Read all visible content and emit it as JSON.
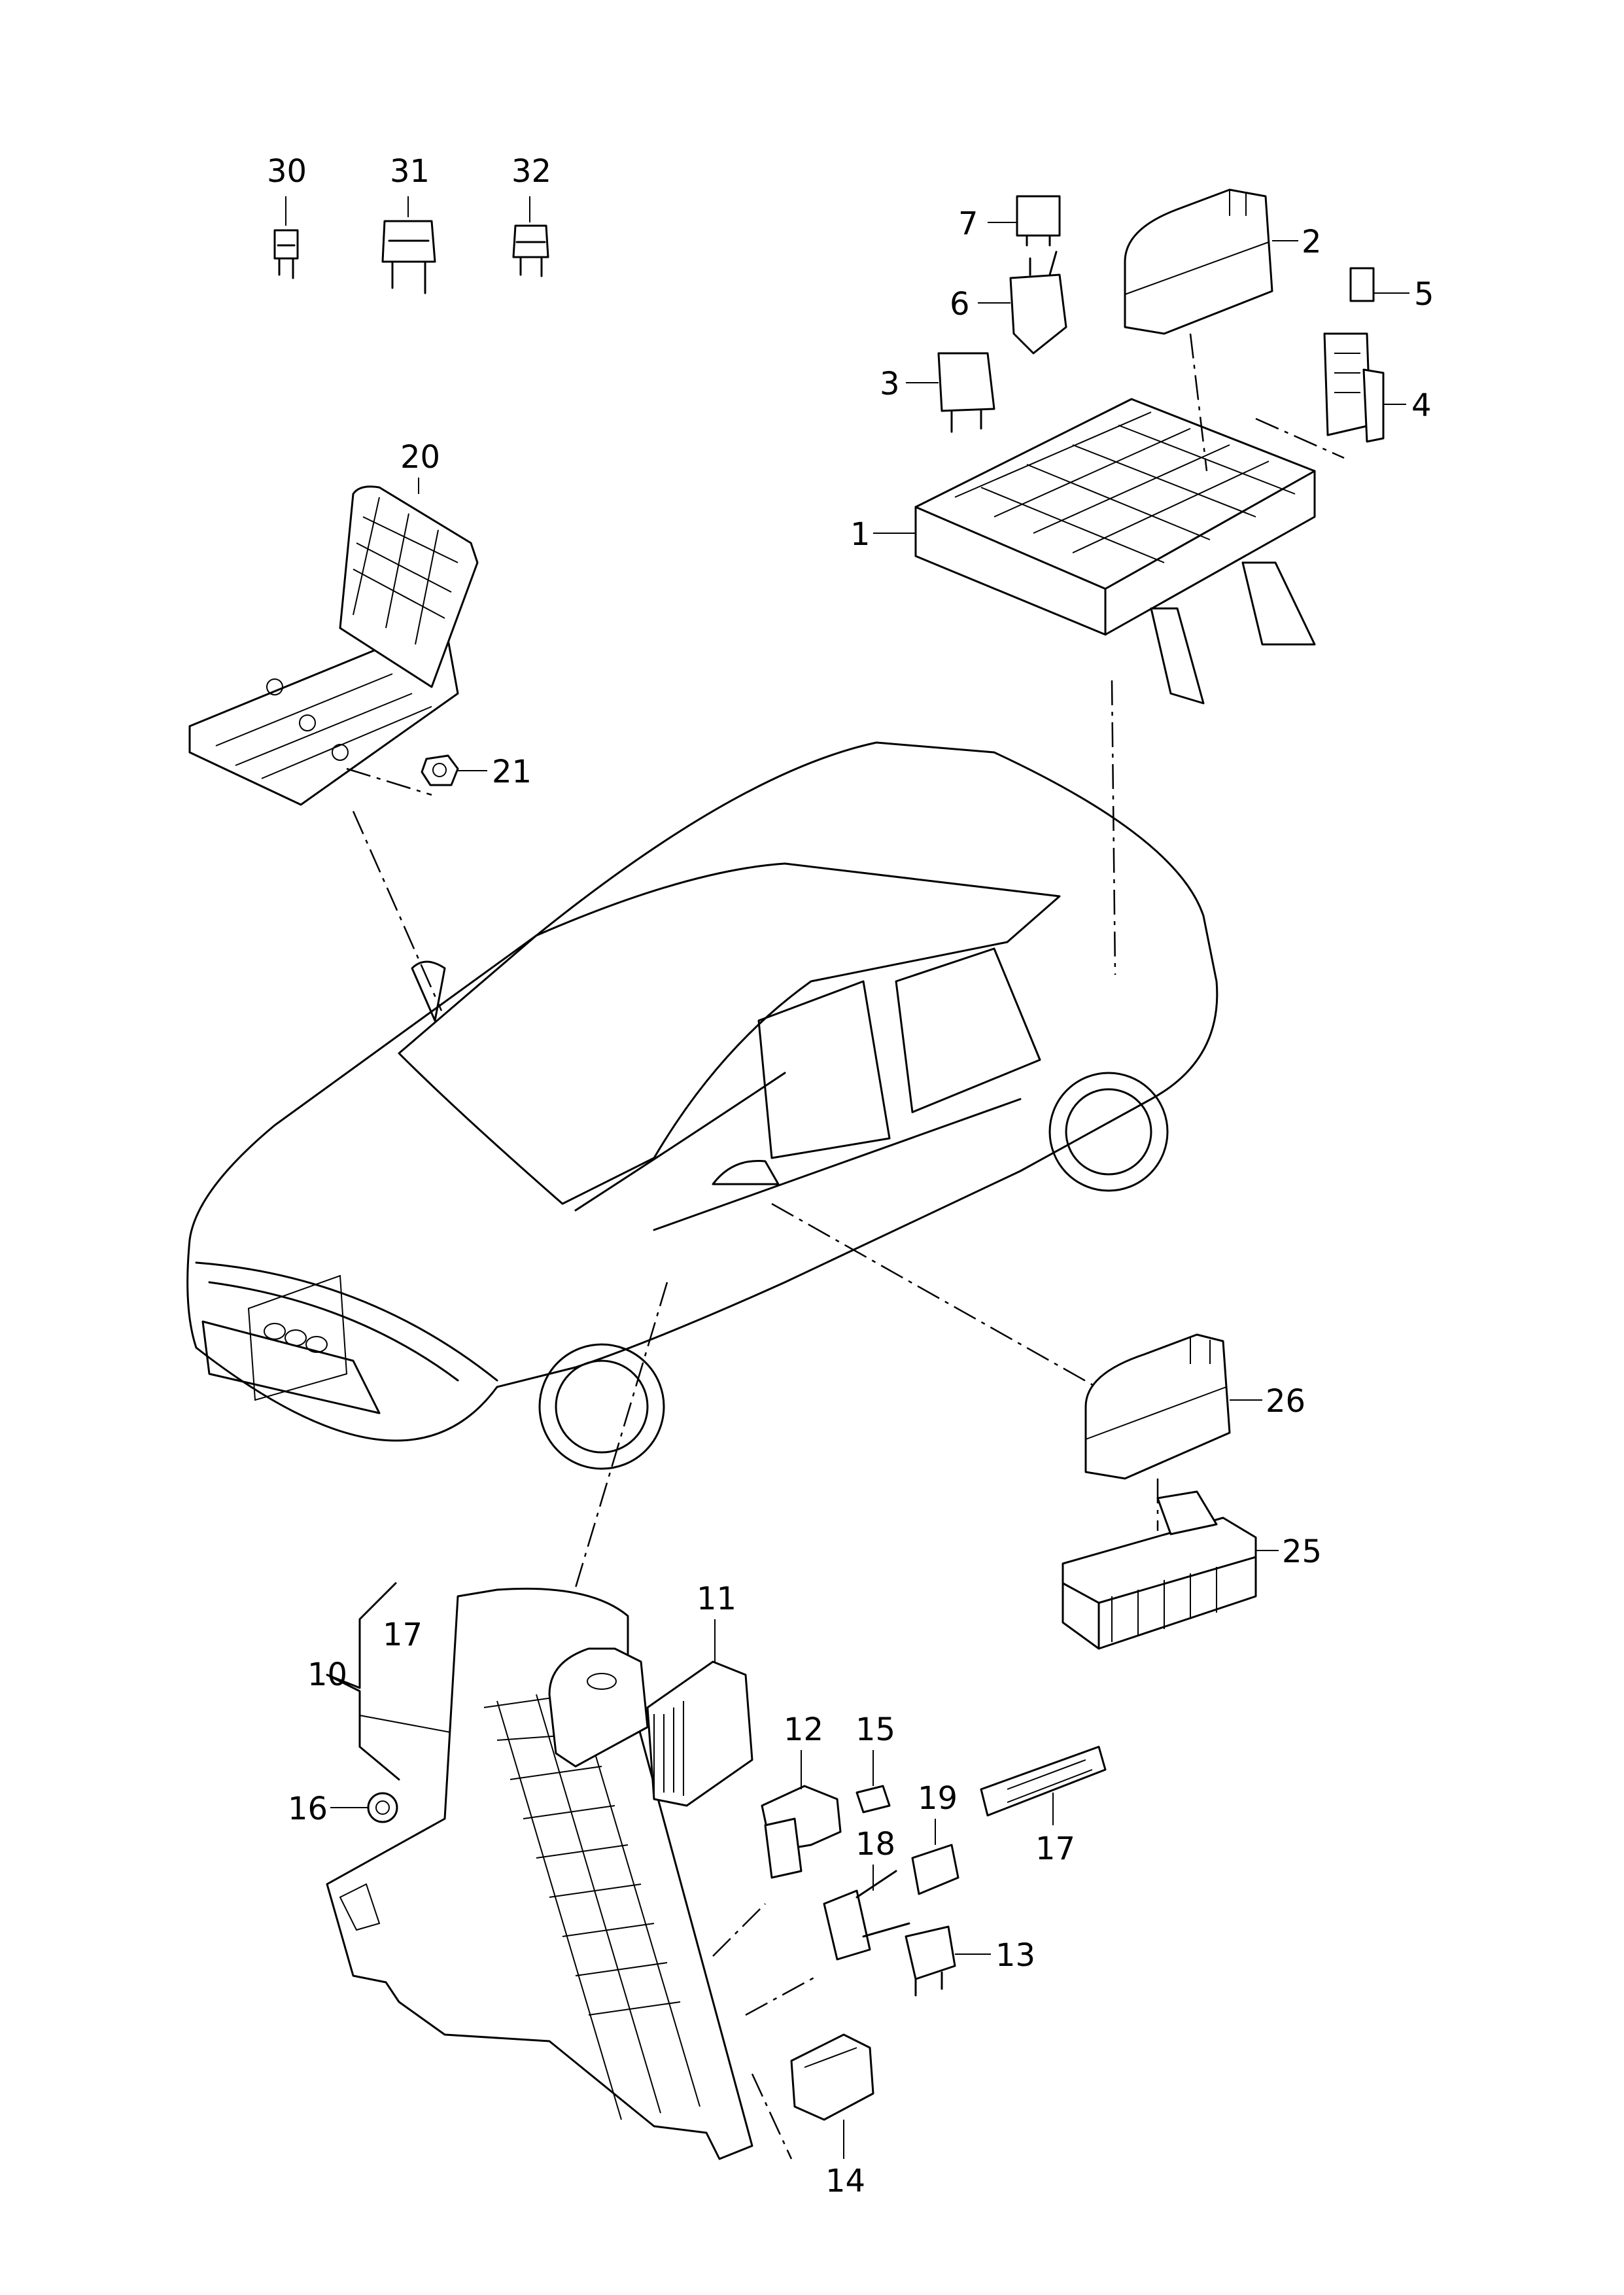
{
  "callouts": {
    "c1": "1",
    "c2": "2",
    "c3": "3",
    "c4": "4",
    "c5": "5",
    "c6": "6",
    "c7": "7",
    "c10": "10",
    "c11": "11",
    "c12": "12",
    "c13": "13",
    "c14": "14",
    "c15": "15",
    "c16": "16",
    "c17a": "17",
    "c17b": "17",
    "c18": "18",
    "c19": "19",
    "c20": "20",
    "c21": "21",
    "c25": "25",
    "c26": "26",
    "c30": "30",
    "c31": "31",
    "c32": "32"
  }
}
